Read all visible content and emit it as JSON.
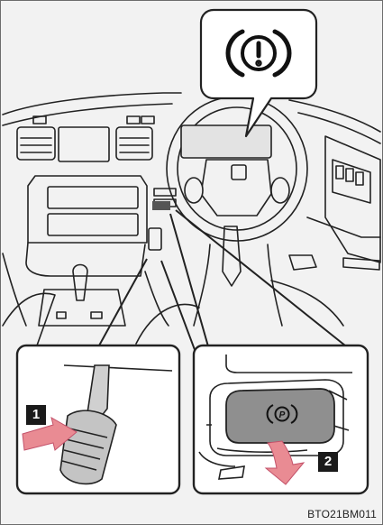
{
  "warning_symbol": "(!)",
  "parking_button_symbol": "(P)",
  "steps": [
    {
      "number": "1"
    },
    {
      "number": "2"
    }
  ],
  "figure_code": "BTO21BM011",
  "colors": {
    "frame_border": "#6d6d6d",
    "background": "#f2f2f2",
    "line": "#222222",
    "arrow_fill": "#e98b93",
    "arrow_stroke": "#c4526a",
    "button_fill": "#8f8f8f",
    "badge_fill": "#1a1a1a"
  },
  "icons": [
    "brake-warning-icon",
    "parking-brake-switch-icon",
    "press-arrow-icon",
    "pull-arrow-icon"
  ]
}
